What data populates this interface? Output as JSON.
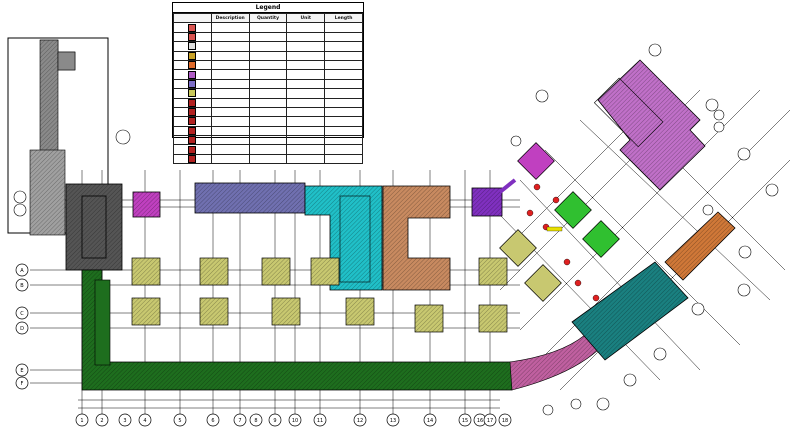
{
  "legend": {
    "title": "Legend",
    "headers": [
      "",
      "Description",
      "Quantity",
      "Unit",
      "Length"
    ],
    "rows": [
      {
        "color": "#d9534f",
        "description": "",
        "quantity": "",
        "unit": "",
        "length": ""
      },
      {
        "color": "#d9534f",
        "description": "",
        "quantity": "",
        "unit": "",
        "length": ""
      },
      {
        "color": "#e0e0e0",
        "description": "",
        "quantity": "",
        "unit": "",
        "length": ""
      },
      {
        "color": "#c9a227",
        "description": "",
        "quantity": "",
        "unit": "",
        "length": ""
      },
      {
        "color": "#e06b2b",
        "description": "",
        "quantity": "",
        "unit": "",
        "length": ""
      },
      {
        "color": "#b05cc6",
        "description": "",
        "quantity": "",
        "unit": "",
        "length": ""
      },
      {
        "color": "#7d6ec8",
        "description": "",
        "quantity": "",
        "unit": "",
        "length": ""
      },
      {
        "color": "#c8c85a",
        "description": "",
        "quantity": "",
        "unit": "",
        "length": ""
      },
      {
        "color": "#b22222",
        "description": "",
        "quantity": "",
        "unit": "",
        "length": ""
      },
      {
        "color": "#b22222",
        "description": "",
        "quantity": "",
        "unit": "",
        "length": ""
      },
      {
        "color": "#b22222",
        "description": "",
        "quantity": "",
        "unit": "",
        "length": ""
      },
      {
        "color": "#b22222",
        "description": "",
        "quantity": "",
        "unit": "",
        "length": ""
      },
      {
        "color": "#b22222",
        "description": "",
        "quantity": "",
        "unit": "",
        "length": ""
      },
      {
        "color": "#b22222",
        "description": "",
        "quantity": "",
        "unit": "",
        "length": ""
      },
      {
        "color": "#b22222",
        "description": "",
        "quantity": "",
        "unit": "",
        "length": ""
      }
    ]
  },
  "colors": {
    "gray": "#8a8a8a",
    "dark_gray": "#555555",
    "magenta": "#c040c0",
    "slate_blue": "#7070b0",
    "cyan": "#20c0c8",
    "tan": "#c88a60",
    "purple": "#8030c0",
    "olive": "#c8c870",
    "green": "#1e6e1e",
    "bright_green": "#30c030",
    "orchid": "#c070c8",
    "orange": "#d07838",
    "teal": "#1a8080",
    "pink": "#c060a0",
    "red_dot": "#e02020"
  },
  "grid_labels": {
    "left": [
      "A",
      "B",
      "C",
      "D",
      "E",
      "F"
    ],
    "bottom": [
      "1",
      "2",
      "3",
      "4",
      "5",
      "6",
      "7",
      "8",
      "9",
      "10",
      "11",
      "12",
      "13",
      "14",
      "15",
      "16",
      "17",
      "18"
    ]
  }
}
